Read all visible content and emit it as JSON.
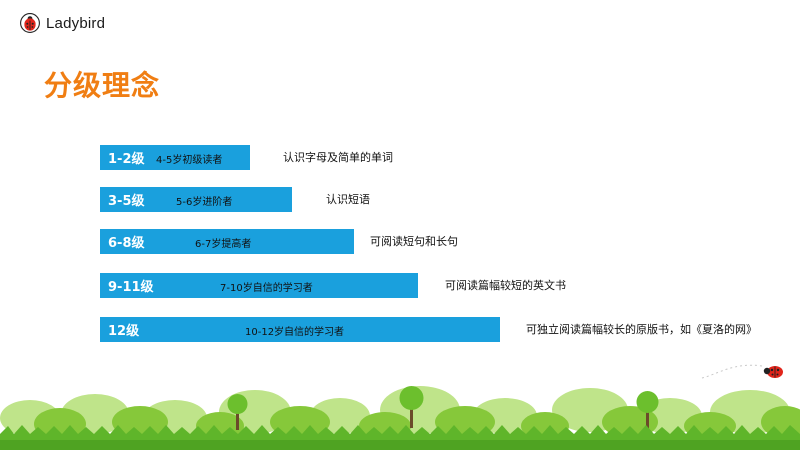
{
  "brand": {
    "name": "Ladybird",
    "primary_color": "#1aa0dd",
    "title_color": "#f07e13",
    "logo_icon": "ladybug-icon"
  },
  "page": {
    "title": "分级理念"
  },
  "levels": [
    {
      "level": "1-2级",
      "audience": "4-5岁初级读者",
      "description": "认识字母及简单的单词"
    },
    {
      "level": "3-5级",
      "audience": "5-6岁进阶者",
      "description": "认识短语"
    },
    {
      "level": "6-8级",
      "audience": "6-7岁提高者",
      "description": "可阅读短句和长句"
    },
    {
      "level": "9-11级",
      "audience": "7-10岁自信的学习者",
      "description": "可阅读篇幅较短的英文书"
    },
    {
      "level": "12级",
      "audience": "10-12岁自信的学习者",
      "description": "可独立阅读篇幅较长的原版书，如《夏洛的网》"
    }
  ],
  "decorations": {
    "bottom_icon": "ladybug-icon",
    "ground": "grass-and-bushes"
  }
}
